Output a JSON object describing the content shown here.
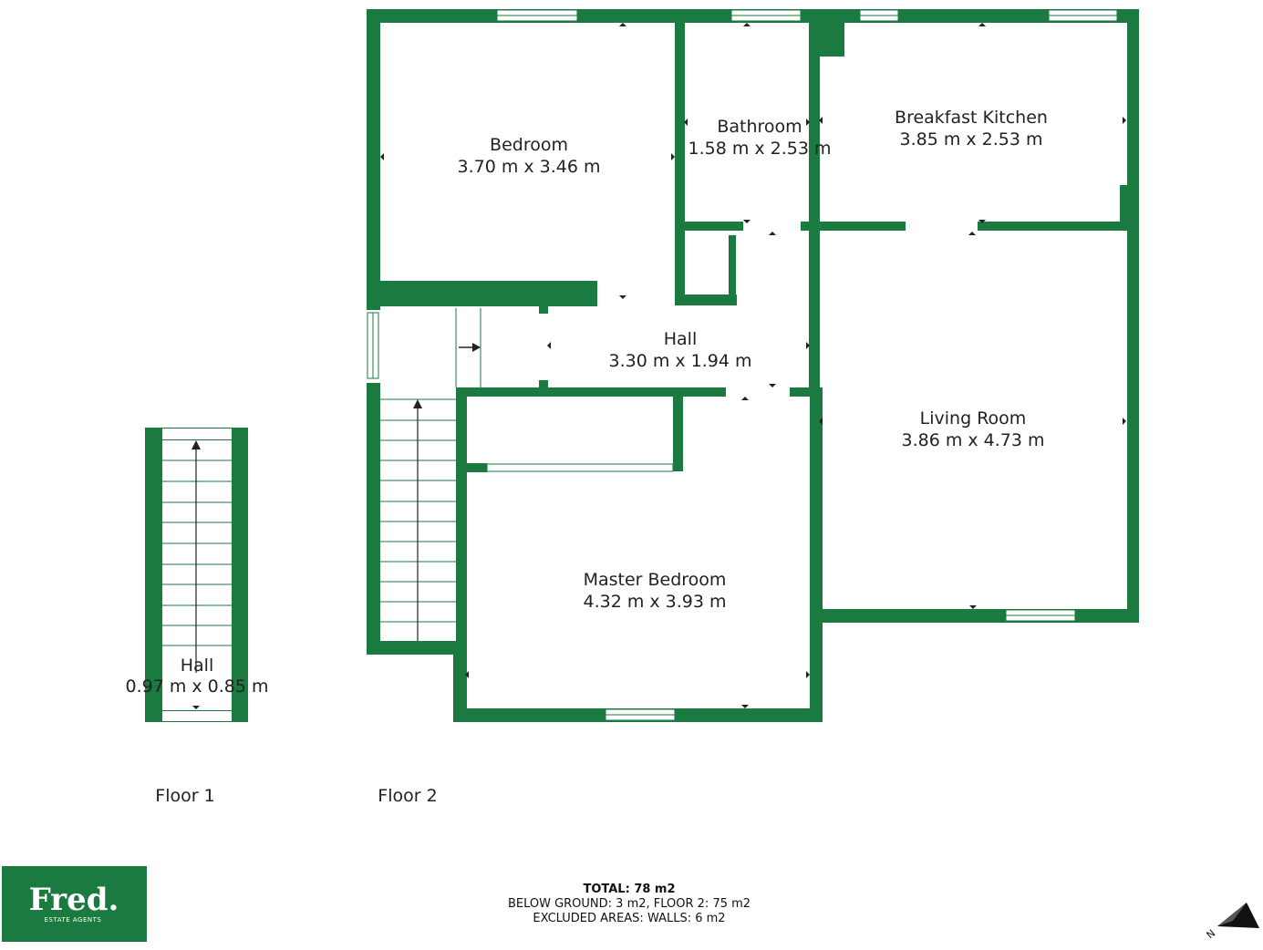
{
  "colors": {
    "wall": "#1a7a40",
    "logo_bg": "#1a7a40"
  },
  "rooms": {
    "bedroom": {
      "name": "Bedroom",
      "dims": "3.70 m x 3.46 m"
    },
    "bathroom": {
      "name": "Bathroom",
      "dims": "1.58 m x 2.53 m"
    },
    "kitchen": {
      "name": "Breakfast Kitchen",
      "dims": "3.85 m x 2.53 m"
    },
    "hall2": {
      "name": "Hall",
      "dims": "3.30 m x 1.94 m"
    },
    "living": {
      "name": "Living Room",
      "dims": "3.86 m x 4.73 m"
    },
    "master": {
      "name": "Master Bedroom",
      "dims": "4.32 m x 3.93 m"
    },
    "hall1": {
      "name": "Hall",
      "dims": "0.97 m x 0.85 m"
    }
  },
  "floors": {
    "floor1": "Floor 1",
    "floor2": "Floor 2"
  },
  "totals": {
    "total": "TOTAL: 78 m2",
    "line2": "BELOW GROUND: 3 m2, FLOOR 2: 75 m2",
    "line3": "EXCLUDED AREAS: WALLS: 6 m2"
  },
  "logo": {
    "name": "Fred.",
    "tagline": "ESTATE AGENTS"
  },
  "compass": {
    "letter": "N",
    "icon": "north-arrow-icon"
  }
}
